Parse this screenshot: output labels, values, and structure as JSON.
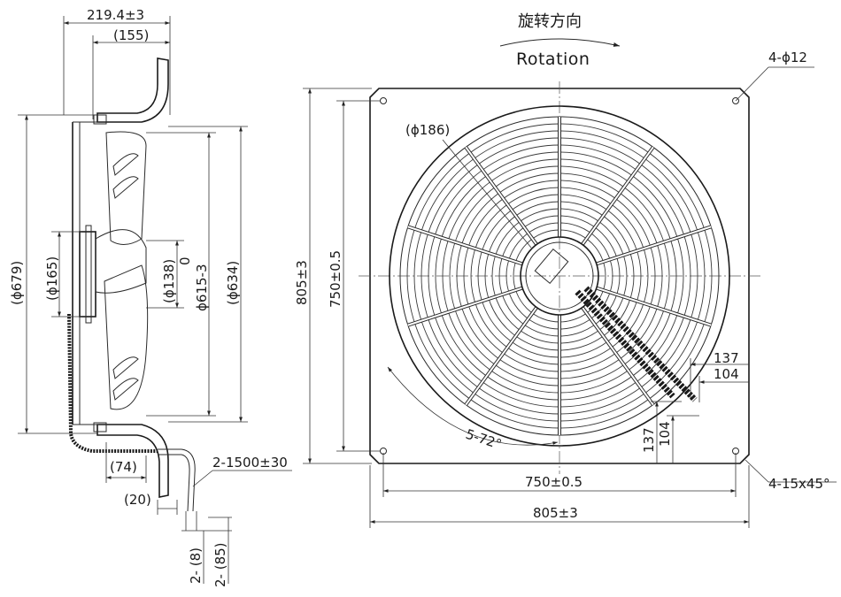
{
  "rotation": {
    "label_cn": "旋转方向",
    "label_en": "Rotation"
  },
  "side_view": {
    "width_overall": "219.4±3",
    "width_inner": "(155)",
    "dia_679": "(ϕ679)",
    "dia_165": "(ϕ165)",
    "dia_138": "(ϕ138)",
    "dia_615_tol_top": "0",
    "dia_615": "ϕ615-3",
    "dia_634": "(ϕ634)",
    "dim_74": "(74)",
    "dim_20": "(20)",
    "cable": "2-1500±30",
    "wire_8": "2- (8)",
    "wire_85": "2- (85)"
  },
  "front_view": {
    "hole_spec": "4-ϕ12",
    "hub_dia": "(ϕ186)",
    "height_outer": "805±3",
    "height_inner": "750±0.5",
    "width_inner": "750±0.5",
    "width_outer": "805±3",
    "dim_137_h": "137",
    "dim_104_h": "104",
    "dim_137_v": "137",
    "dim_104_v": "104",
    "angle": "5-72°",
    "chamfer": "4-15x45°"
  },
  "colors": {
    "line": "#2a2a2a",
    "background": "#ffffff"
  }
}
